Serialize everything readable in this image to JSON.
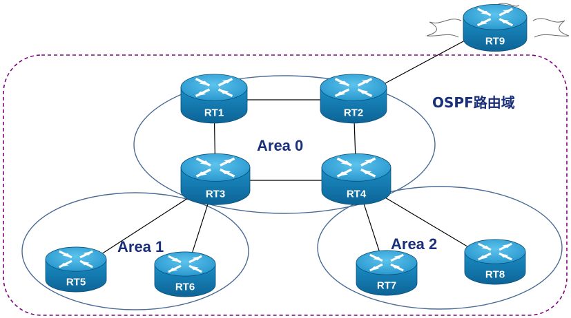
{
  "domain": {
    "label": "OSPF路由域",
    "border_color": "#800080"
  },
  "areas": [
    {
      "id": "area0",
      "label": "Area 0"
    },
    {
      "id": "area1",
      "label": "Area 1"
    },
    {
      "id": "area2",
      "label": "Area 2"
    }
  ],
  "routers": [
    {
      "id": "rt1",
      "label": "RT1"
    },
    {
      "id": "rt2",
      "label": "RT2"
    },
    {
      "id": "rt3",
      "label": "RT3"
    },
    {
      "id": "rt4",
      "label": "RT4"
    },
    {
      "id": "rt5",
      "label": "RT5"
    },
    {
      "id": "rt6",
      "label": "RT6"
    },
    {
      "id": "rt7",
      "label": "RT7"
    },
    {
      "id": "rt8",
      "label": "RT8"
    },
    {
      "id": "rt9",
      "label": "RT9"
    }
  ],
  "links": [
    [
      "rt1",
      "rt2"
    ],
    [
      "rt1",
      "rt3"
    ],
    [
      "rt2",
      "rt4"
    ],
    [
      "rt3",
      "rt4"
    ],
    [
      "rt3",
      "rt5"
    ],
    [
      "rt3",
      "rt6"
    ],
    [
      "rt4",
      "rt7"
    ],
    [
      "rt4",
      "rt8"
    ],
    [
      "rt2",
      "rt9"
    ]
  ],
  "colors": {
    "router_body": "#1682b7",
    "router_top": "#3aa9d9",
    "area_stroke": "#4a6b96",
    "link": "#000000",
    "label": "#1a2f7a"
  },
  "icons": {
    "router": "router-icon",
    "external": "cloud-icon"
  }
}
